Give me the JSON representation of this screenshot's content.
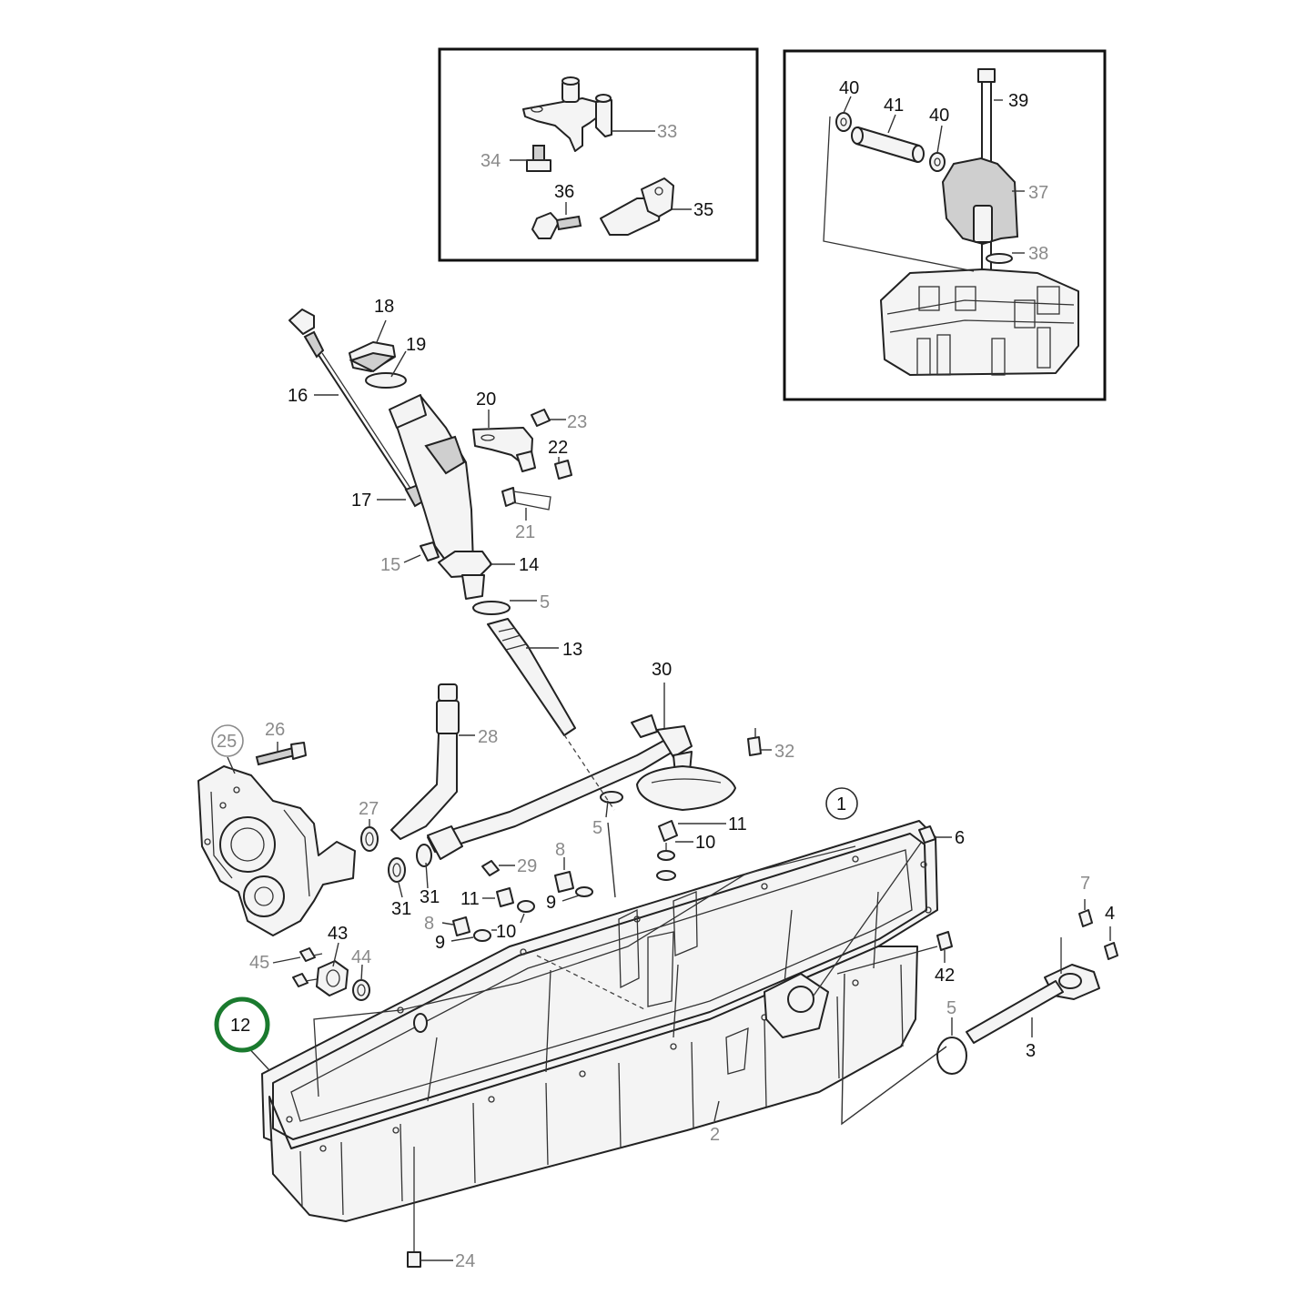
{
  "accent_color": "#1a7a2e",
  "labels": {
    "l1": "1",
    "l2": "2",
    "l3": "3",
    "l4": "4",
    "l5a": "5",
    "l5b": "5",
    "l5c": "5",
    "l6": "6",
    "l7": "7",
    "l8a": "8",
    "l8b": "8",
    "l9a": "9",
    "l9b": "9",
    "l10a": "10",
    "l10b": "10",
    "l11a": "11",
    "l11b": "11",
    "l12": "12",
    "l13": "13",
    "l14": "14",
    "l15": "15",
    "l16": "16",
    "l17": "17",
    "l18": "18",
    "l19": "19",
    "l20": "20",
    "l21": "21",
    "l22": "22",
    "l23": "23",
    "l24": "24",
    "l25": "25",
    "l26": "26",
    "l27": "27",
    "l28": "28",
    "l29": "29",
    "l30": "30",
    "l31a": "31",
    "l31b": "31",
    "l32": "32",
    "l33": "33",
    "l34": "34",
    "l35": "35",
    "l36": "36",
    "l37": "37",
    "l38": "38",
    "l39": "39",
    "l40a": "40",
    "l40b": "40",
    "l41": "41",
    "l42": "42",
    "l43": "43",
    "l44": "44",
    "l45": "45"
  }
}
